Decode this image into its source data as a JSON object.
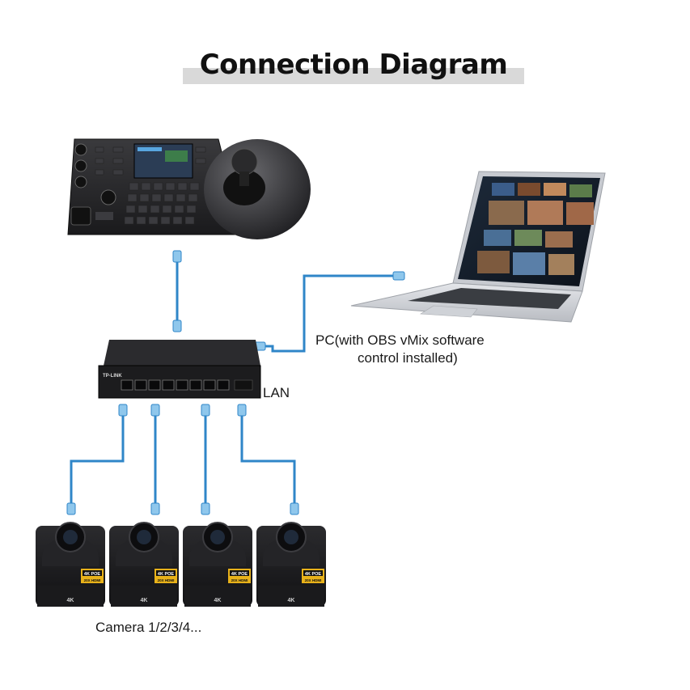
{
  "title": "Connection Diagram",
  "labels": {
    "pc_line1": "PC(with OBS vMix software",
    "pc_line2": "control installed)",
    "lan": "LAN",
    "cameras": "Camera 1/2/3/4..."
  },
  "device_text": {
    "switch_brand": "TP-LINK",
    "camera_badge_main": "4K POE",
    "camera_badge_sub": "20X HDMI",
    "camera_mark": "4K"
  },
  "colors": {
    "cable": "#2f86c8",
    "device_dark": "#1c1c1e",
    "badge": "#e8b21a"
  }
}
